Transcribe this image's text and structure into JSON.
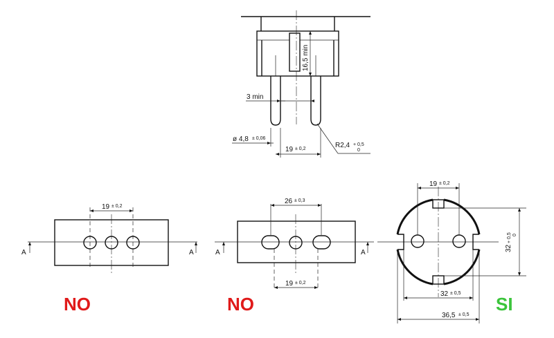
{
  "plug": {
    "dim_pin_length": "16,5 min",
    "dim_gap": "3 min",
    "dim_diameter": "ø 4,8",
    "dim_diameter_tol": "± 0,06",
    "dim_pitch": "19",
    "dim_pitch_tol": "± 0,2",
    "dim_radius": "R2,4",
    "dim_radius_tol_upper": "+ 0,5",
    "dim_radius_tol_lower": "0"
  },
  "panel_left": {
    "dim_pitch": "19",
    "dim_pitch_tol": "± 0,2",
    "section_label_left": "A",
    "section_label_right": "A",
    "verdict": "NO",
    "verdict_color": "#e01a1a"
  },
  "panel_middle": {
    "dim_outer": "26",
    "dim_outer_tol": "± 0,3",
    "dim_pitch": "19",
    "dim_pitch_tol": "± 0,2",
    "section_label_left": "A",
    "section_label_right": "A",
    "verdict": "NO",
    "verdict_color": "#e01a1a"
  },
  "panel_right": {
    "dim_pitch": "19",
    "dim_pitch_tol": "± 0,2",
    "dim_height": "32",
    "dim_height_tol_upper": "+ 0,5",
    "dim_height_tol_lower": "0",
    "dim_inner_width": "32",
    "dim_inner_width_tol": "± 0,5",
    "dim_outer_width": "36,5",
    "dim_outer_width_tol": "± 0,5",
    "verdict": "SI",
    "verdict_color": "#3bc43b"
  }
}
